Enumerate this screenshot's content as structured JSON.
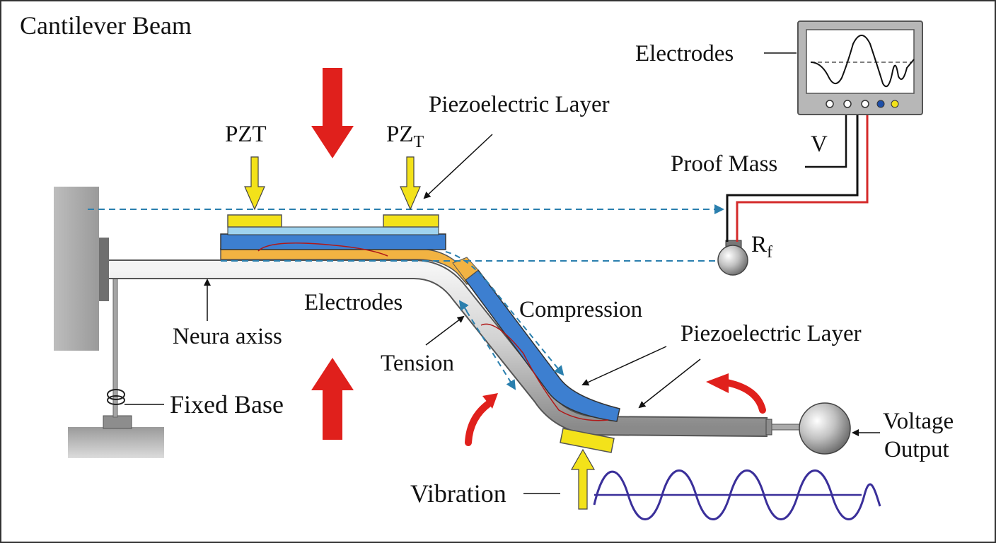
{
  "title": "Cantilever Beam",
  "labels": {
    "pzt_left": "PZT",
    "pzt_right_main": "PZ",
    "pzt_right_sub": "T",
    "piezo_layer_top": "Piezoelectric Layer",
    "electrodes_top": "Electrodes",
    "v": "V",
    "proof_mass": "Proof Mass",
    "rf_main": "R",
    "rf_sub": "f",
    "electrodes_mid": "Electrodes",
    "neutral_axis": "Neura axiss",
    "compression": "Compression",
    "tension": "Tension",
    "piezo_layer_bottom": "Piezoelectric Layer",
    "fixed_base": "Fixed Base",
    "voltage_output_1": "Voltage",
    "voltage_output_2": "Output",
    "vibration": "Vibration"
  },
  "colors": {
    "force_arrow": "#e0201c",
    "pzt_pad": "#f3e21a",
    "piezo_layer": "#3d7fd0",
    "piezo_light": "#9fd3ef",
    "electrode": "#f2b342",
    "beam": "#c9c9c9",
    "dashed_line": "#2a7fae",
    "wave": "#3a2f9a",
    "wire_red": "#d42a2a"
  },
  "icons": {
    "oscilloscope": "oscilloscope-icon",
    "proof_mass": "sphere-icon",
    "voltage_output": "sphere-icon"
  }
}
